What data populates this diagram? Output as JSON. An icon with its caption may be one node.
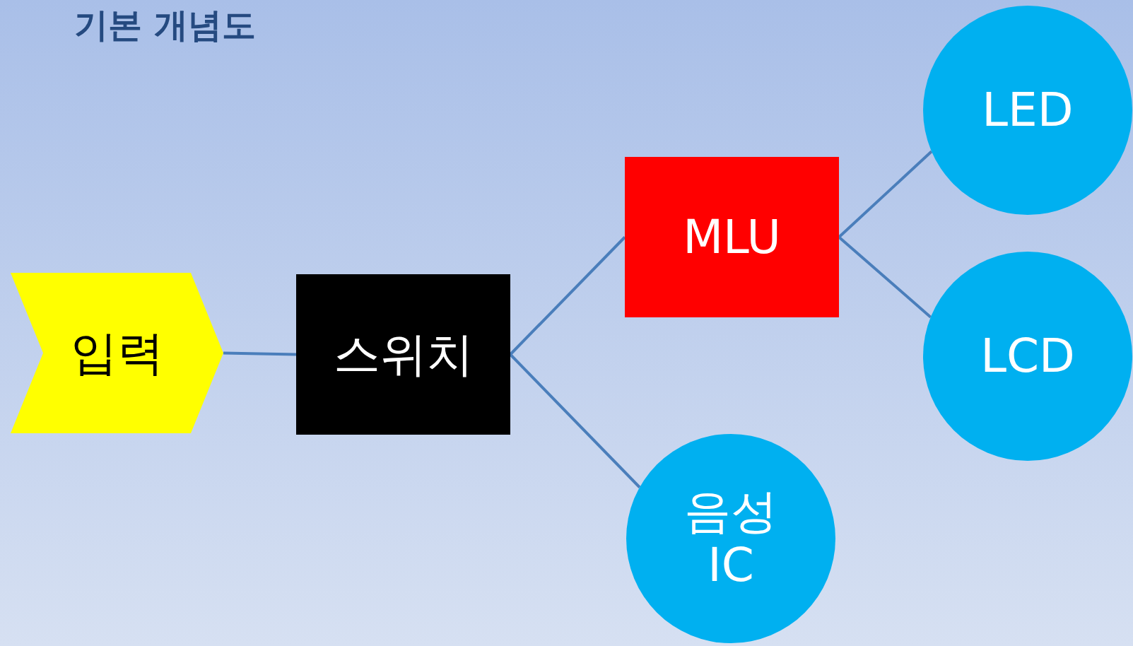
{
  "diagram": {
    "title": "기본 개념도",
    "nodes": [
      {
        "text": [
          "입력"
        ]
      },
      {
        "text": [
          "스위치"
        ]
      },
      {
        "text": [
          "MLU"
        ]
      },
      {
        "text": [
          "LED"
        ]
      },
      {
        "text": [
          "LCD"
        ]
      },
      {
        "text": [
          "음성 IC"
        ]
      }
    ],
    "edges": [
      {
        "from": 0,
        "to": 1,
        "arrow": "none"
      },
      {
        "from": 1,
        "to": 2,
        "arrow": "none"
      },
      {
        "from": 1,
        "to": 5,
        "arrow": "none"
      },
      {
        "from": 2,
        "to": 3,
        "arrow": "none"
      },
      {
        "from": 2,
        "to": 4,
        "arrow": "none"
      }
    ]
  }
}
